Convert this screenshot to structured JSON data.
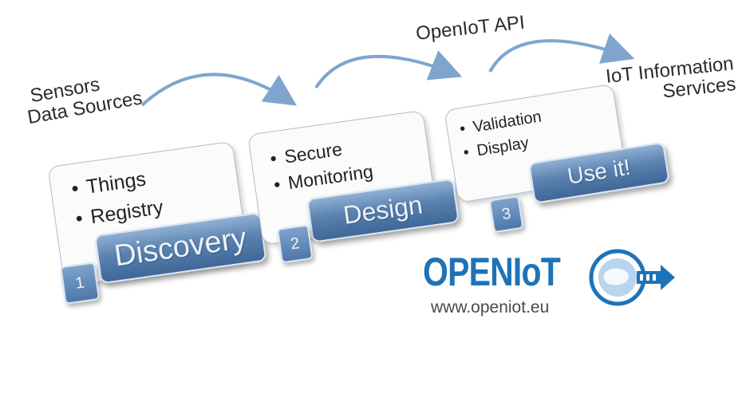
{
  "labels": {
    "sources_line1": "Sensors",
    "sources_line2": "Data Sources",
    "api": "OpenIoT API",
    "services_line1": "IoT Information",
    "services_line2": "Services"
  },
  "steps": [
    {
      "number": "1",
      "name": "Discovery",
      "bullets": [
        "Things",
        "Registry"
      ]
    },
    {
      "number": "2",
      "name": "Design",
      "bullets": [
        "Secure",
        "Monitoring"
      ]
    },
    {
      "number": "3",
      "name": "Use it!",
      "bullets": [
        "Validation",
        "Display"
      ]
    }
  ],
  "logo": {
    "wordmark": "OPENIoT",
    "url": "www.openiot.eu"
  },
  "colors": {
    "accent": "#5b82b0",
    "arrow": "#7fa5cf",
    "logo_blue": "#1d73b8"
  }
}
